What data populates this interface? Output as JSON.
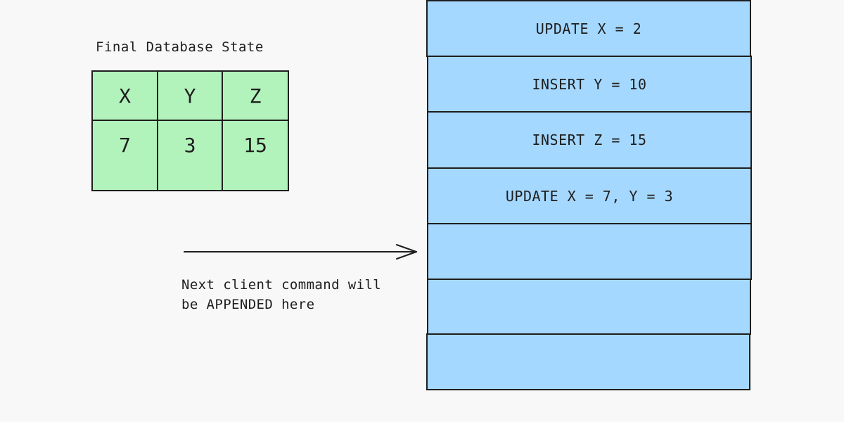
{
  "database": {
    "title": "Final Database State",
    "columns": [
      "X",
      "Y",
      "Z"
    ],
    "values": [
      "7",
      "3",
      "15"
    ],
    "fill_color": "#b2f2bb"
  },
  "log": {
    "fill_color": "#a5d8ff",
    "entries": [
      "UPDATE X = 2",
      "INSERT Y = 10",
      "INSERT Z = 15",
      "UPDATE X = 7, Y = 3",
      "",
      "",
      ""
    ]
  },
  "append_note": {
    "line1": "Next client command will",
    "line2": "be APPENDED here"
  }
}
